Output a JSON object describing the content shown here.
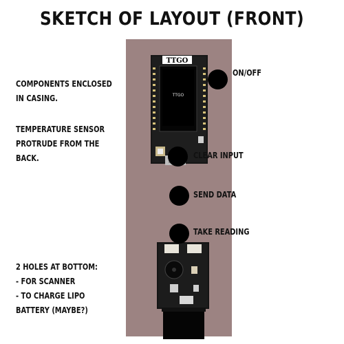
{
  "title": "SKETCH OF LAYOUT (FRONT)",
  "notes": {
    "enclosed": [
      "COMPONENTS ENCLOSED",
      "IN CASING."
    ],
    "sensor": [
      "TEMPERATURE SENSOR",
      "PROTRUDE FROM THE",
      "BACK."
    ],
    "holes": [
      "2 HOLES AT BOTTOM:",
      "- FOR SCANNER",
      "- TO CHARGE LIPO",
      "BATTERY (MAYBE?)"
    ]
  },
  "buttons": {
    "on_off": "ON/OFF",
    "clear_input": "CLEAR INPUT",
    "send_data": "SEND DATA",
    "take_reading": "TAKE READING"
  },
  "board": {
    "header_label": "TTGO",
    "screen_label": "TTGO"
  },
  "colors": {
    "casing": "#9c8382",
    "button": "#000000"
  }
}
